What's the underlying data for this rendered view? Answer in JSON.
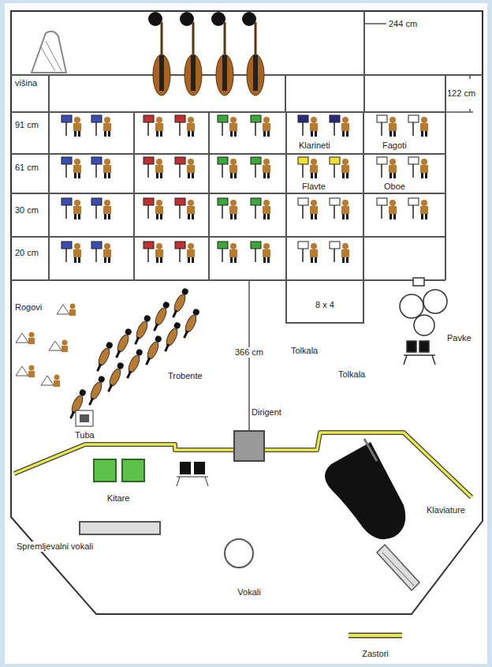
{
  "diagram": {
    "nodes": [
      {
        "text": [
          "8 x 4"
        ]
      },
      {
        "text": [
          "Dirigent"
        ]
      },
      {
        "text": [
          "Kitare"
        ]
      },
      {
        "text": [
          "Spremljevalni vokali"
        ]
      },
      {
        "text": [
          "Vokali"
        ]
      }
    ],
    "labels": [
      "244 cm",
      "122 cm",
      "višina",
      "91 cm",
      "61 cm",
      "30 cm",
      "20 cm",
      "Klarineti",
      "Fagoti",
      "Flavte",
      "Oboe",
      "Rogovi",
      "366 cm",
      "Tolkala",
      "Trobente",
      "Tolkala",
      "Tuba",
      "Pavke",
      "Klaviature"
    ],
    "legend": [
      {
        "text": "Zastori"
      }
    ]
  }
}
